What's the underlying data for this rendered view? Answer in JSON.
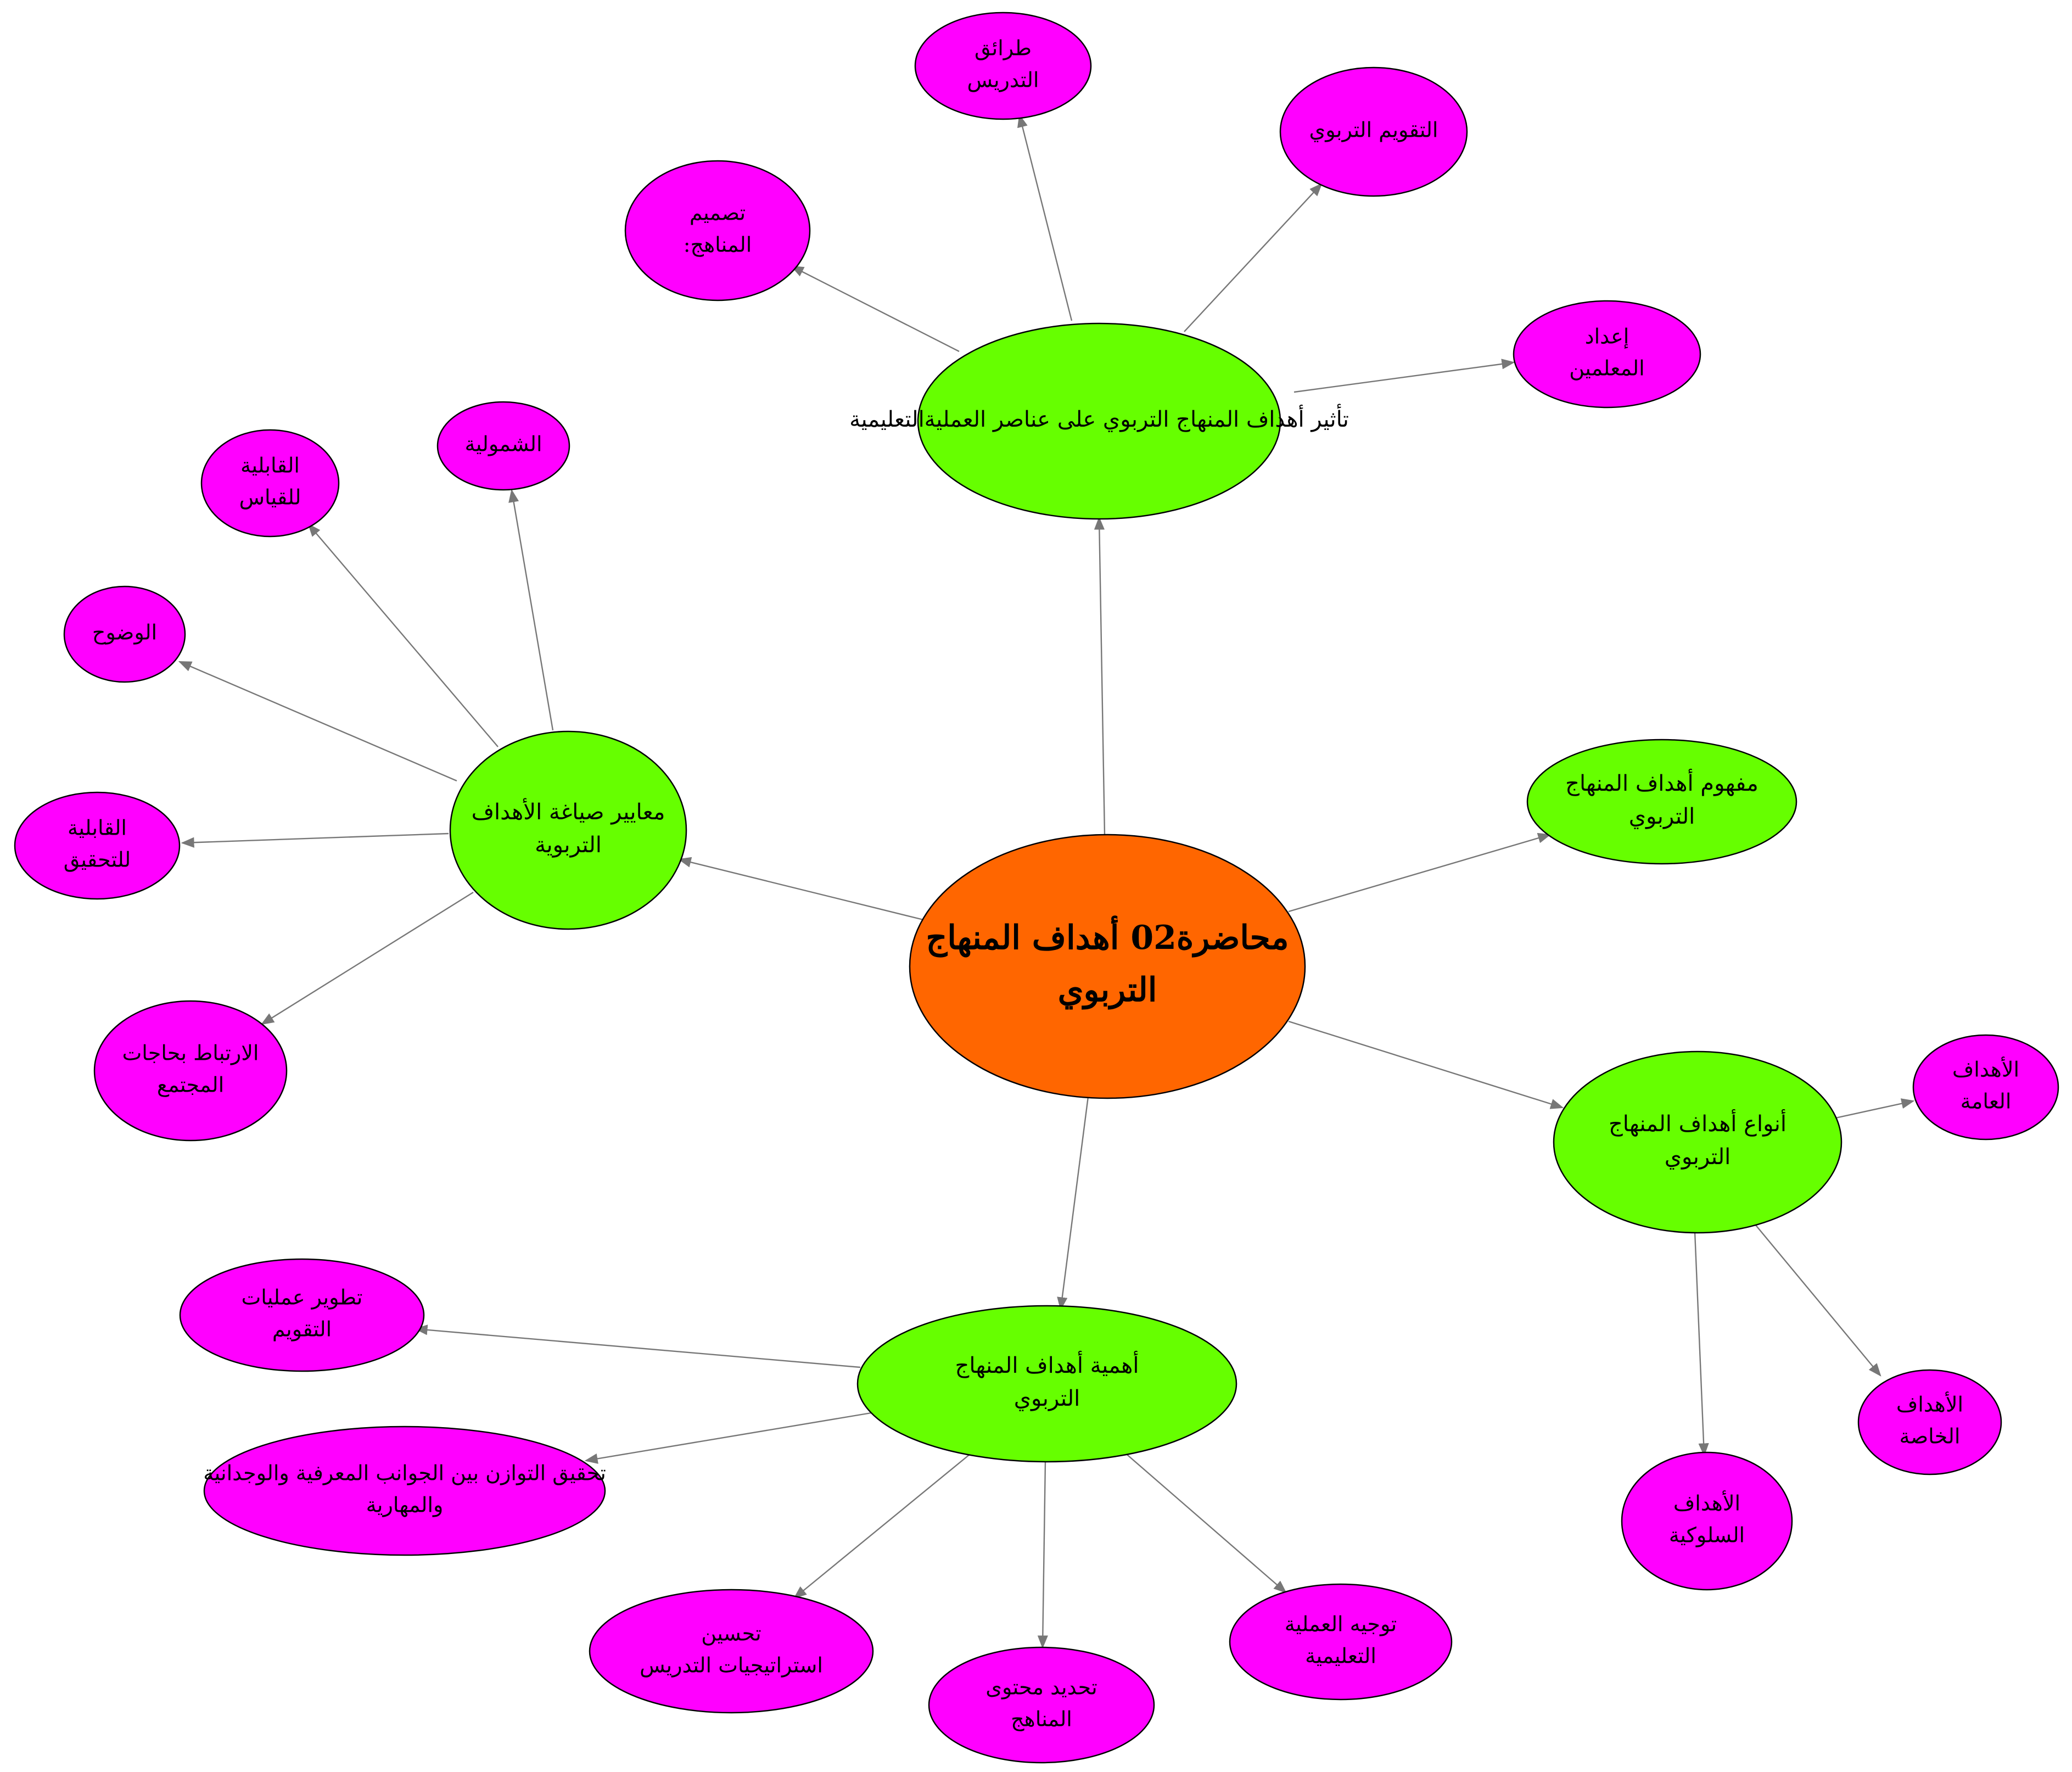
{
  "colors": {
    "center_fill": "#ff6600",
    "branch_fill": "#66ff00",
    "leaf_fill": "#ff00ff",
    "edge_stroke": "#777777",
    "node_stroke": "#000000"
  },
  "nodes": {
    "center": {
      "lines": [
        "محاضرة02 أهداف المنهاج",
        "التربوي"
      ]
    },
    "b_influence": {
      "lines": [
        "تأثير أهداف المنهاج التربوي على عناصر العمليةالتعليمية"
      ]
    },
    "b_criteria": {
      "lines": [
        "معايير صياغة الأهداف",
        "التربوية"
      ]
    },
    "b_concept": {
      "lines": [
        "مفهوم أهداف المنهاج",
        "التربوي"
      ]
    },
    "b_types": {
      "lines": [
        "أنواع أهداف المنهاج",
        "التربوي"
      ]
    },
    "b_importance": {
      "lines": [
        "أهمية أهداف المنهاج",
        "التربوي"
      ]
    },
    "l_teaching_methods": {
      "lines": [
        "طرائق",
        "التدريس"
      ]
    },
    "l_evaluation": {
      "lines": [
        "التقويم التربوي"
      ]
    },
    "l_curriculum_design": {
      "lines": [
        "تصميم",
        "المناهج:"
      ]
    },
    "l_teacher_prep": {
      "lines": [
        "إعداد",
        "المعلمين"
      ]
    },
    "l_comprehensiveness": {
      "lines": [
        "الشمولية"
      ]
    },
    "l_measurability": {
      "lines": [
        "القابلية",
        "للقياس"
      ]
    },
    "l_clarity": {
      "lines": [
        "الوضوح"
      ]
    },
    "l_achievability": {
      "lines": [
        "القابلية",
        "للتحقيق"
      ]
    },
    "l_community_needs": {
      "lines": [
        "الارتباط بحاجات",
        "المجتمع"
      ]
    },
    "l_general_goals": {
      "lines": [
        "الأهداف",
        "العامة"
      ]
    },
    "l_specific_goals": {
      "lines": [
        "الأهداف",
        "الخاصة"
      ]
    },
    "l_behavioral_goals": {
      "lines": [
        "الأهداف",
        "السلوكية"
      ]
    },
    "l_develop_evaluation": {
      "lines": [
        "تطوير عمليات",
        "التقويم"
      ]
    },
    "l_balance": {
      "lines": [
        "تحقيق التوازن بين الجوانب المعرفية والوجدانية",
        "والمهارية"
      ]
    },
    "l_improve_strategies": {
      "lines": [
        "تحسين",
        "استراتيجيات التدريس"
      ]
    },
    "l_content": {
      "lines": [
        "تحديد محتوى",
        "المناهج"
      ]
    },
    "l_guide_process": {
      "lines": [
        "توجيه العملية",
        "التعليمية"
      ]
    }
  }
}
